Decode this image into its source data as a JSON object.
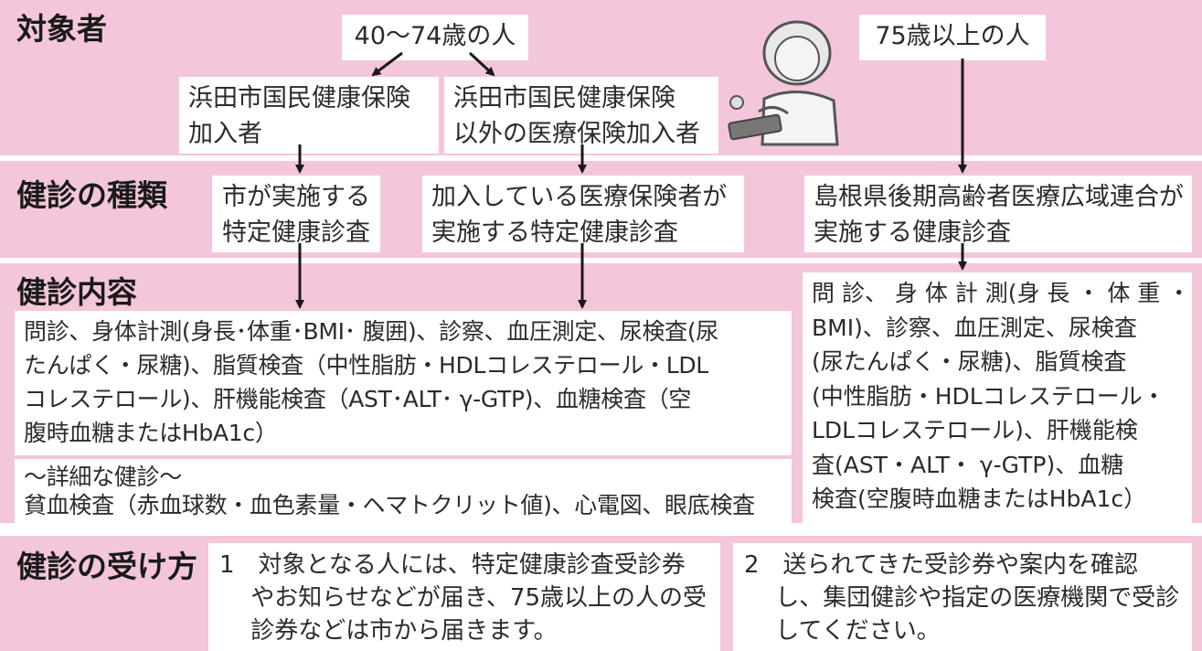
{
  "headings": {
    "target": "対象者",
    "kind": "健診の種類",
    "content": "健診内容",
    "how": "健診の受け方"
  },
  "boxes": {
    "age_40_74": "40〜74歳の人",
    "age_75": "75歳以上の人",
    "nhi": [
      "浜田市国民健康保険",
      "加入者"
    ],
    "other_ins": [
      "浜田市国民健康保険",
      "以外の医療保険加入者"
    ],
    "city_exam": [
      "市が実施する",
      "特定健康診査"
    ],
    "insurer_exam": [
      "加入している医療保険者が",
      "実施する特定健康診査"
    ],
    "shimane_exam": [
      "島根県後期高齢者医療広域連合が",
      "実施する健康診査"
    ],
    "content_main": [
      "問診、身体計測(身長･体重･BMI･ 腹囲)、診察、血圧測定、尿検査(尿",
      "たんぱく・尿糖)、脂質検査（中性脂肪・HDLコレステロール・LDL",
      "コレステロール)、肝機能検査（AST･ALT･ γ-GTP)、血糖検査（空",
      "腹時血糖またはHbA1c）"
    ],
    "detail": [
      "〜詳細な健診〜",
      "貧血検査（赤血球数・血色素量・ヘマトクリット値)、心電図、眼底検査"
    ],
    "content_elderly": [
      "問 診、 身 体 計 測(身 長 ・ 体 重 ・",
      "BMI)、診察、血圧測定、尿検査",
      "(尿たんぱく・尿糖)、脂質検査",
      "(中性脂肪・HDLコレステロール・",
      "LDLコレステロール)、肝機能検",
      "査(AST・ALT・ γ-GTP)、血糖",
      "検査(空腹時血糖またはHbA1c）"
    ],
    "step1": [
      "1　対象となる人には、特定健康診査受診券",
      "　 やお知らせなどが届き、75歳以上の人の受",
      "　 診券などは市から届きます。"
    ],
    "step2": [
      "2　送られてきた受診券や案内を確認",
      "　 し、集団健診や指定の医療機関で受診",
      "　 してください。"
    ]
  },
  "colors": {
    "band": "#f4c6dc",
    "box": "#ffffff",
    "arrow": "#1a1a1a"
  }
}
